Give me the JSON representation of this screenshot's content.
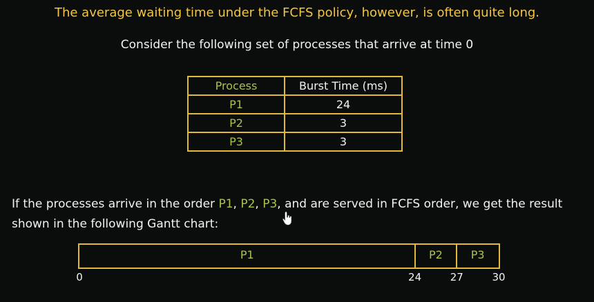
{
  "headline": "The average waiting time under the FCFS policy, however, is often quite long.",
  "subline": "Consider the following set of processes that arrive at time 0",
  "table": {
    "headers": [
      "Process",
      "Burst Time (ms)"
    ],
    "rows": [
      {
        "process": "P1",
        "burst": "24"
      },
      {
        "process": "P2",
        "burst": "3"
      },
      {
        "process": "P3",
        "burst": "3"
      }
    ]
  },
  "paragraph": {
    "part1": "If the processes arrive in the order ",
    "p1": "P1",
    "sep1": ", ",
    "p2": "P2",
    "sep2": ", ",
    "p3": "P3",
    "part2": ", and are served in FCFS order, we get the result shown in the following Gantt chart:"
  },
  "gantt": {
    "segments": [
      {
        "label": "P1",
        "start": 0,
        "end": 24
      },
      {
        "label": "P2",
        "start": 24,
        "end": 27
      },
      {
        "label": "P3",
        "start": 27,
        "end": 30
      }
    ],
    "ticks": [
      "0",
      "24",
      "27",
      "30"
    ]
  },
  "colors": {
    "accent_yellow": "#f4c542",
    "border_gold": "#e3b93a",
    "process_green": "#a6c44a",
    "background": "#0b0d0c"
  }
}
